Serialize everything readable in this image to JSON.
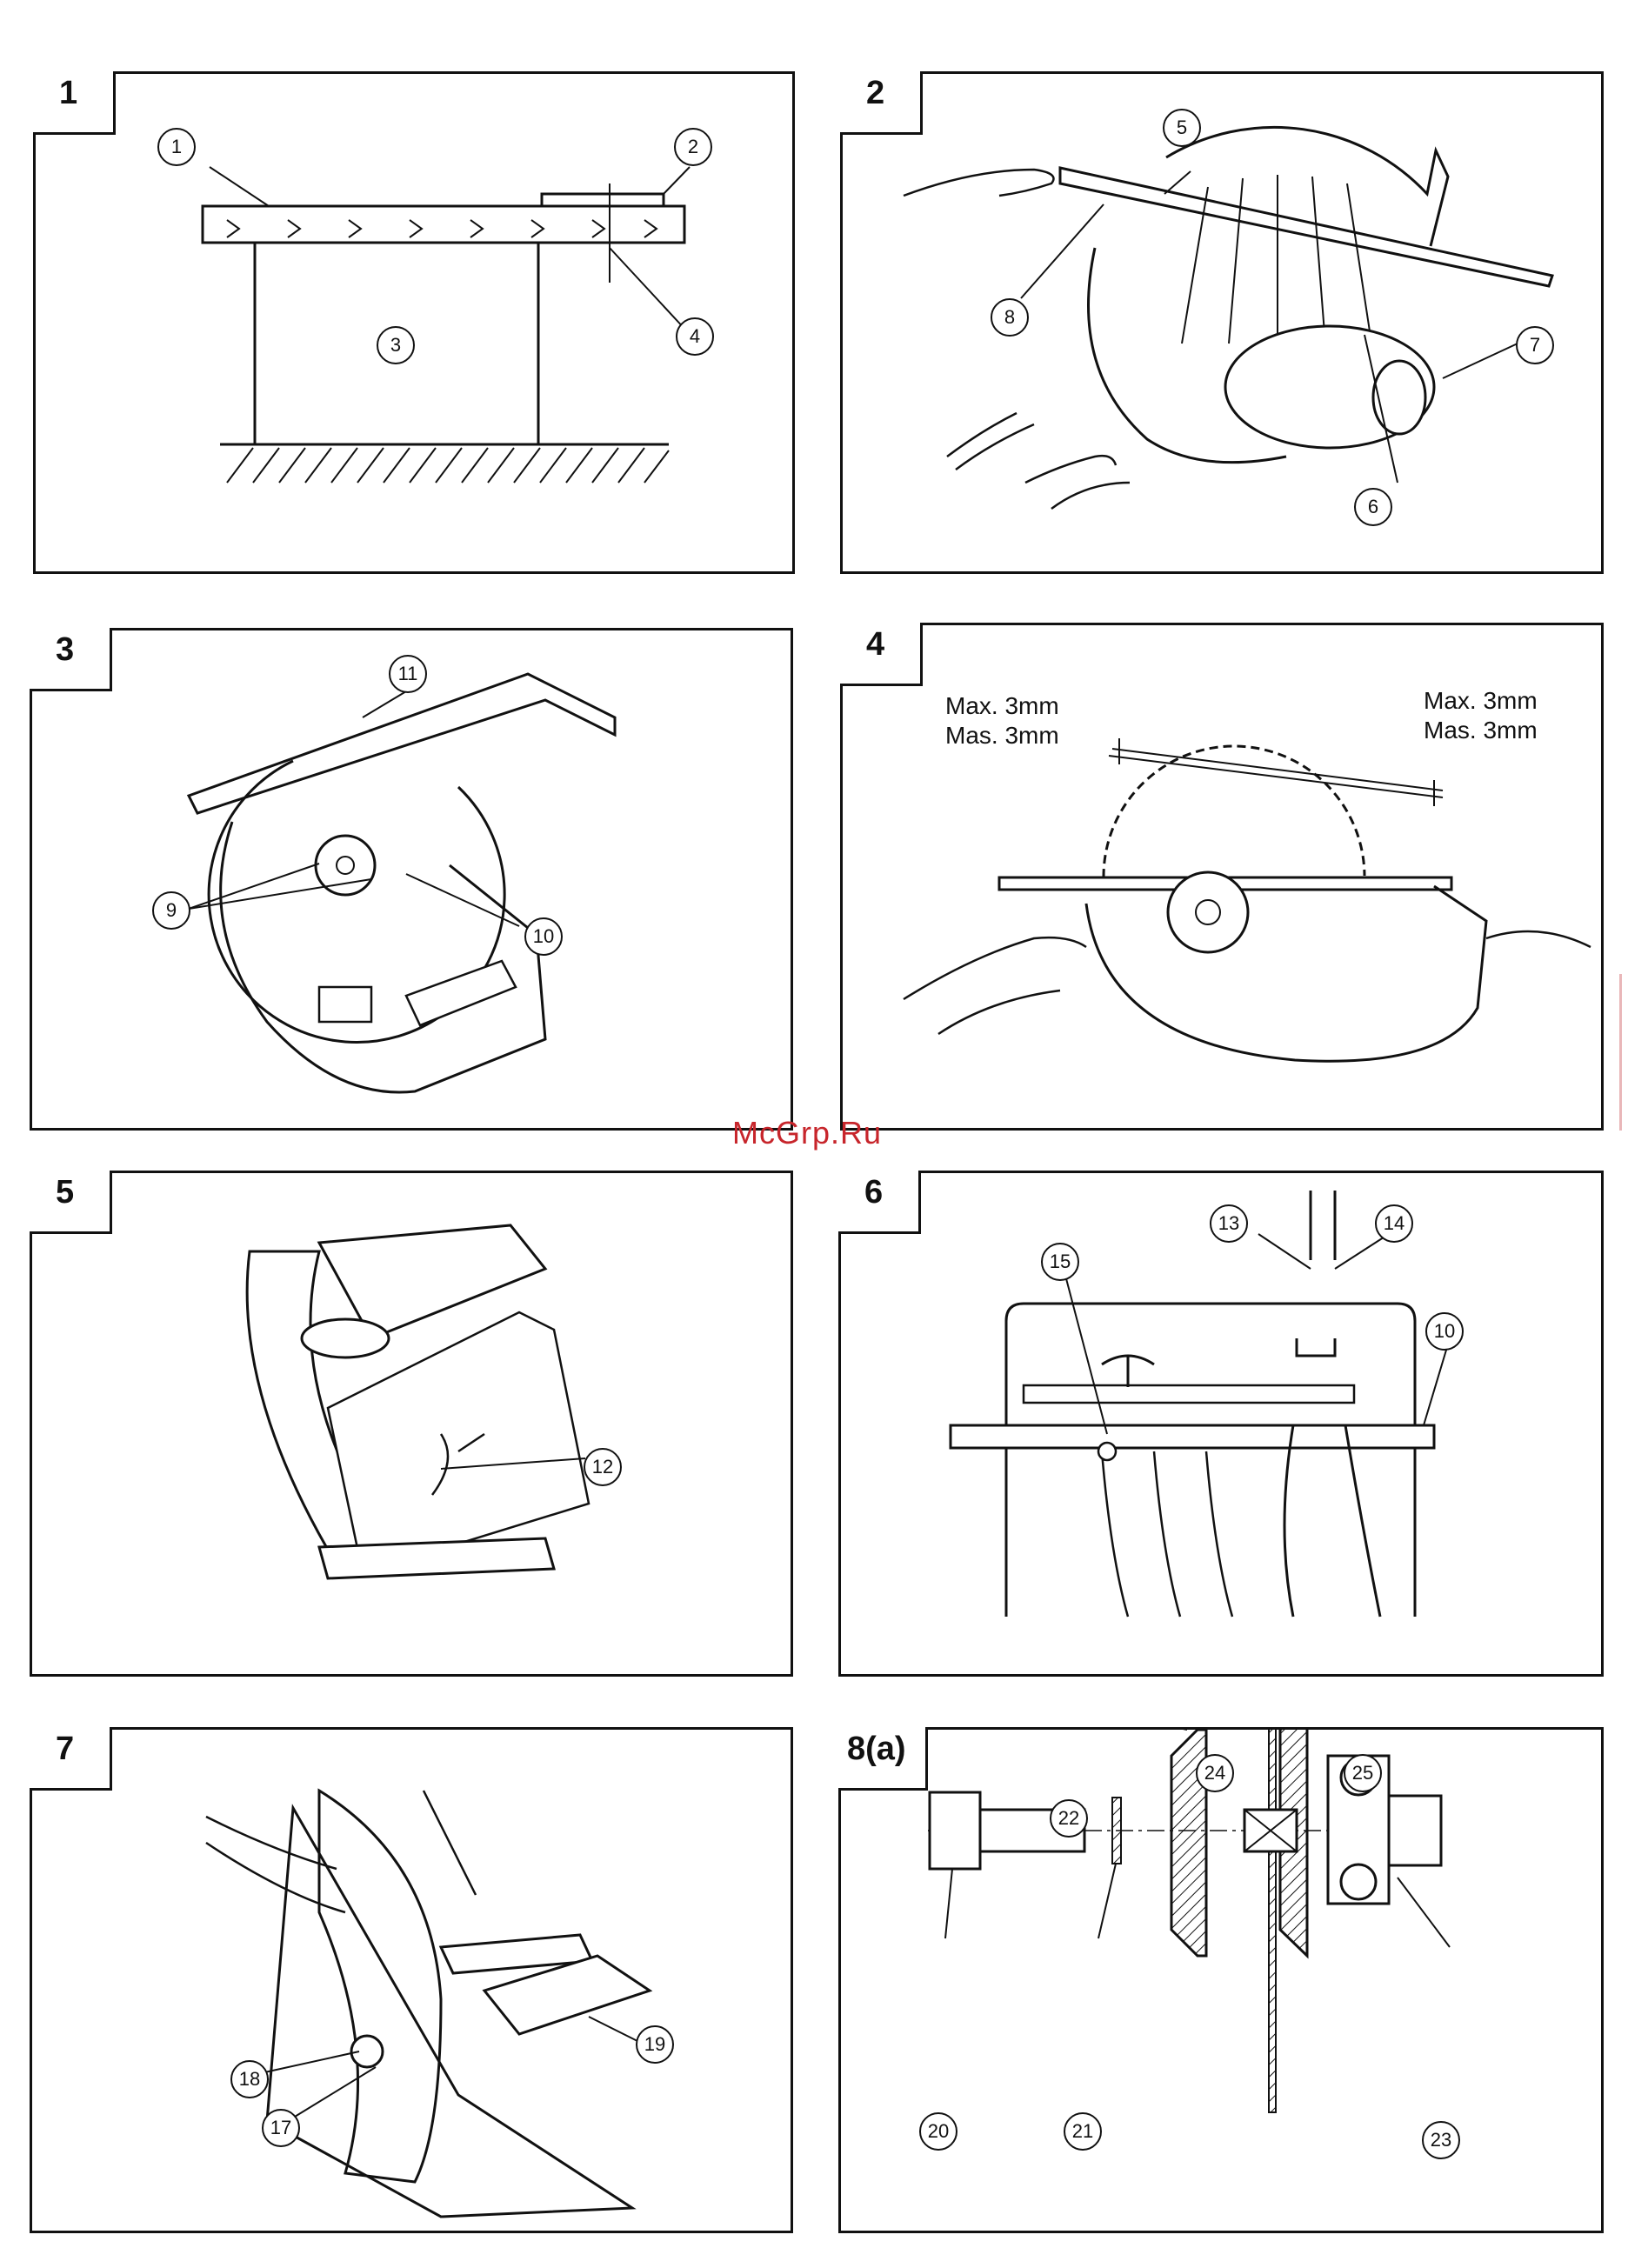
{
  "figures": [
    {
      "number": "1",
      "callouts": [
        "1",
        "2",
        "3",
        "4"
      ]
    },
    {
      "number": "2",
      "callouts": [
        "5",
        "6",
        "7",
        "8"
      ]
    },
    {
      "number": "3",
      "callouts": [
        "9",
        "10",
        "11"
      ]
    },
    {
      "number": "4",
      "notes": {
        "left_line1": "Max. 3mm",
        "left_line2": "Mas. 3mm",
        "right_line1": "Max. 3mm",
        "right_line2": "Mas. 3mm"
      }
    },
    {
      "number": "5",
      "callouts": [
        "12"
      ]
    },
    {
      "number": "6",
      "callouts": [
        "13",
        "14",
        "15",
        "10"
      ]
    },
    {
      "number": "7",
      "callouts": [
        "17",
        "18",
        "19"
      ]
    },
    {
      "number": "8(a)",
      "callouts": [
        "20",
        "21",
        "22",
        "23",
        "24",
        "25"
      ]
    }
  ],
  "watermark": "McGrp.Ru"
}
